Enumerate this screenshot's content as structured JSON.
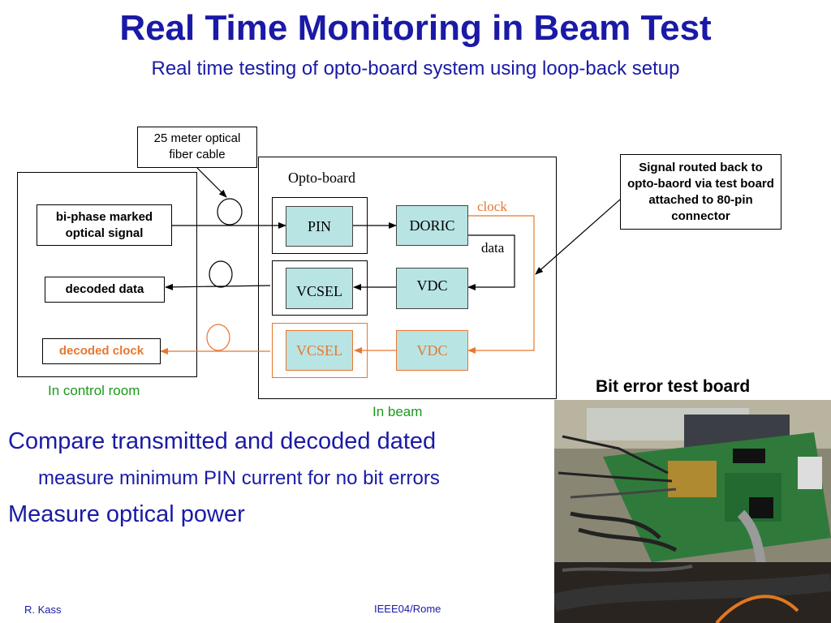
{
  "title": "Real Time Monitoring in Beam Test",
  "subtitle": "Real time testing of opto-board system using loop-back setup",
  "diagram": {
    "fiber_label": "25 meter optical fiber cable",
    "opto_board_label": "Opto-board",
    "control_room_label": "In control room",
    "in_beam_label": "In beam",
    "chips": {
      "pin": "PIN",
      "doric": "DORIC",
      "vcsel_data": "VCSEL",
      "vdc_data": "VDC",
      "vcsel_clock": "VCSEL",
      "vdc_clock": "VDC"
    },
    "signals": {
      "input": "bi-phase marked optical signal",
      "decoded_data": "decoded data",
      "decoded_clock": "decoded clock"
    },
    "clock_label": "clock",
    "data_label": "data",
    "routing_note": "Signal routed back to opto-baord via test board attached to 80-pin connector"
  },
  "photo_caption": "Bit error test board",
  "bullets": {
    "b1": "Compare transmitted and decoded dated",
    "b1_sub": "measure minimum PIN current for no bit errors",
    "b2": "Measure optical power"
  },
  "footer": {
    "author": "R. Kass",
    "venue": "IEEE04/Rome"
  },
  "colors": {
    "title": "#1a1aa6",
    "clock_path": "#e8772e",
    "chip_fill": "#b8e4e4",
    "location_text": "#1a9a1a"
  }
}
